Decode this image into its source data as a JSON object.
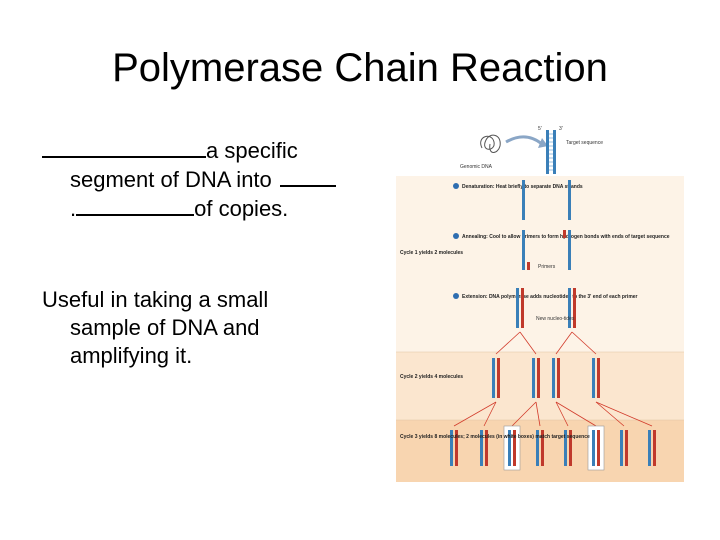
{
  "slide": {
    "title": "Polymerase Chain Reaction",
    "para1": {
      "line1": "a specific",
      "line2": "segment of DNA into",
      "line3_prefix": ".",
      "line3": "of copies."
    },
    "para2": {
      "line1": "Useful in taking a small",
      "line2": "sample of DNA and",
      "line3": "amplifying it."
    }
  },
  "figure": {
    "labels": {
      "genomic_dna": "Genomic DNA",
      "target_sequence": "Target sequence",
      "five_prime": "5'",
      "three_prime": "3'",
      "step1": "Denaturation: Heat briefly to separate DNA strands",
      "step2": "Annealing: Cool to allow primers to form hydrogen bonds with ends of target sequence",
      "step3": "Extension: DNA polymerase adds nucleotides to the 3' end of each primer",
      "primers": "Primers",
      "new_nucleotides": "New nucleo-tides",
      "cycle1": "Cycle 1 yields 2 molecules",
      "cycle2": "Cycle 2 yields 4 molecules",
      "cycle3": "Cycle 3 yields 8 molecules; 2 molecules (in white boxes) match target sequence"
    },
    "colors": {
      "band1": "#fdf3e7",
      "band2": "#fbe6cf",
      "band3": "#f8d5b0",
      "strand": "#3a7fb8",
      "primer": "#c0392b",
      "arrow": "#d23b2b"
    }
  }
}
